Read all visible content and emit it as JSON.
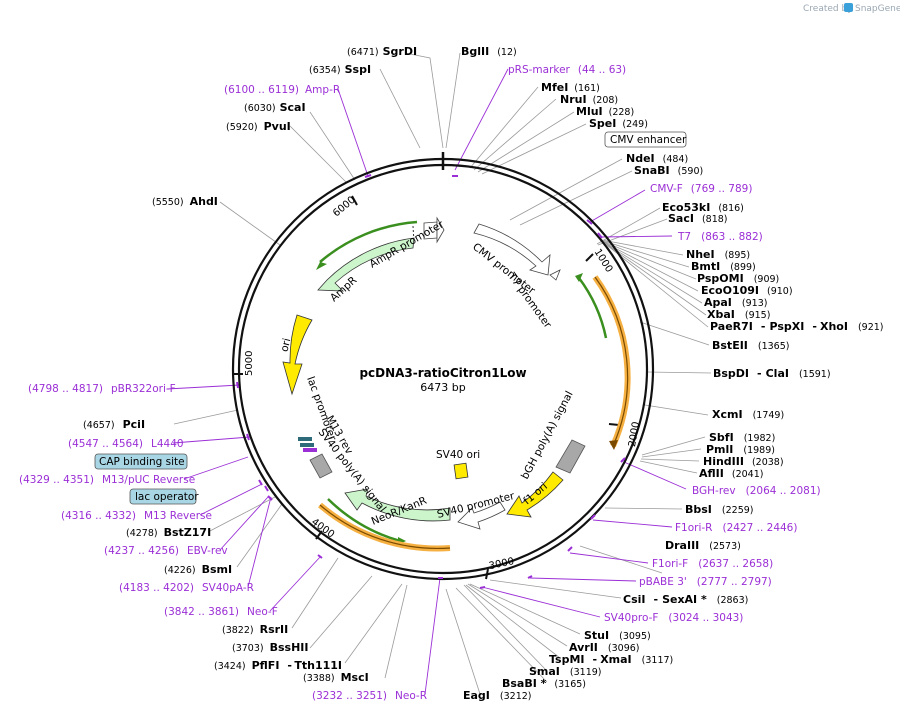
{
  "credit": {
    "prefix": "Created by",
    "brand": "SnapGene"
  },
  "plasmid": {
    "name": "pcDNA3-ratioCitron1Low",
    "size": "6473 bp"
  },
  "ticks": [
    "1000",
    "2000",
    "3000",
    "4000",
    "5000",
    "6000"
  ],
  "features": {
    "cmv_promoter": "CMV promoter",
    "t7_promoter": "T7 promoter",
    "ampr_promoter": "AmpR promoter",
    "ampr": "AmpR",
    "ori": "ori",
    "lac_promoter": "lac promoter",
    "m13_rev": "M13 rev",
    "sv40_polya": "SV40 poly(A) signal",
    "neokanr": "NeoR/KanR",
    "sv40_promoter": "SV40 promoter",
    "sv40_ori": "SV40 ori",
    "f1_ori": "f1 ori",
    "bgh_polya": "bGH poly(A) signal"
  },
  "boxes": {
    "cmv_enhancer": "CMV enhancer",
    "cap_site": "CAP binding site",
    "lac_operator": "lac operator"
  },
  "sites": {
    "sgrdi": {
      "name": "SgrDI",
      "pos": "(6471)"
    },
    "bglii": {
      "name": "BglII",
      "pos": "(12)"
    },
    "sspi": {
      "name": "SspI",
      "pos": "(6354)"
    },
    "scai": {
      "name": "ScaI",
      "pos": "(6030)"
    },
    "pvui": {
      "name": "PvuI",
      "pos": "(5920)"
    },
    "ahdi": {
      "name": "AhdI",
      "pos": "(5550)"
    },
    "mfei": {
      "name": "MfeI",
      "pos": "(161)"
    },
    "nrui": {
      "name": "NruI",
      "pos": "(208)"
    },
    "mlui": {
      "name": "MluI",
      "pos": "(228)"
    },
    "spei": {
      "name": "SpeI",
      "pos": "(249)"
    },
    "ndei": {
      "name": "NdeI",
      "pos": "(484)"
    },
    "snabi": {
      "name": "SnaBI",
      "pos": "(590)"
    },
    "eco53ki": {
      "name": "Eco53kI",
      "pos": "(816)"
    },
    "saci": {
      "name": "SacI",
      "pos": "(818)"
    },
    "nhei": {
      "name": "NheI",
      "pos": "(895)"
    },
    "bmti": {
      "name": "BmtI",
      "pos": "(899)"
    },
    "pspomi": {
      "name": "PspOMI",
      "pos": "(909)"
    },
    "eco0109i": {
      "name": "EcoO109I",
      "pos": "(910)"
    },
    "apai": {
      "name": "ApaI",
      "pos": "(913)"
    },
    "xbai": {
      "name": "XbaI",
      "pos": "(915)"
    },
    "paer7i": {
      "name": "PaeR7I",
      "sep1": "-",
      "name2": "PspXI",
      "sep2": "-",
      "name3": "XhoI",
      "pos": "(921)"
    },
    "bsteii": {
      "name": "BstEII",
      "pos": "(1365)"
    },
    "bspdi": {
      "name": "BspDI",
      "sep": "-",
      "name2": "ClaI",
      "pos": "(1591)"
    },
    "xcmi": {
      "name": "XcmI",
      "pos": "(1749)"
    },
    "sbfi": {
      "name": "SbfI",
      "pos": "(1982)"
    },
    "pmli": {
      "name": "PmlI",
      "pos": "(1989)"
    },
    "hindiii": {
      "name": "HindIII",
      "pos": "(2038)"
    },
    "aflii": {
      "name": "AflII",
      "pos": "(2041)"
    },
    "bbsi": {
      "name": "BbsI",
      "pos": "(2259)"
    },
    "draiii": {
      "name": "DraIII",
      "pos": "(2573)"
    },
    "csii": {
      "name": "CsiI",
      "sep": "-",
      "name2": "SexAI *",
      "pos": "(2863)"
    },
    "stui": {
      "name": "StuI",
      "pos": "(3095)"
    },
    "avrii": {
      "name": "AvrII",
      "pos": "(3096)"
    },
    "tspmi": {
      "name": "TspMI",
      "sep": "-",
      "name2": "XmaI",
      "pos": "(3117)"
    },
    "smai": {
      "name": "SmaI",
      "pos": "(3119)"
    },
    "bsabi": {
      "name": "BsaBI *",
      "pos": "(3165)"
    },
    "eagi": {
      "name": "EagI",
      "pos": "(3212)"
    },
    "msci": {
      "name": "MscI",
      "pos": "(3388)"
    },
    "pflfi": {
      "pos": "(3424)",
      "name": "PflFI",
      "sep": "-",
      "name2": "Tth111I"
    },
    "bsshii": {
      "pos": "(3703)",
      "name": "BssHII"
    },
    "rsrii": {
      "pos": "(3822)",
      "name": "RsrII"
    },
    "bsmi": {
      "pos": "(4226)",
      "name": "BsmI"
    },
    "bstz17i": {
      "pos": "(4278)",
      "name": "BstZ17I"
    },
    "pcii": {
      "pos": "(4657)",
      "name": "PciI"
    }
  },
  "primers": {
    "prs_marker": {
      "name": "pRS-marker",
      "pos": "(44 .. 63)"
    },
    "amp_r": {
      "pos": "(6100 .. 6119)",
      "name": "Amp-R"
    },
    "cmv_f": {
      "name": "CMV-F",
      "pos": "(769 .. 789)"
    },
    "t7": {
      "name": "T7",
      "pos": "(863 .. 882)"
    },
    "bgh_rev": {
      "name": "BGH-rev",
      "pos": "(2064 .. 2081)"
    },
    "f1ori_r": {
      "name": "F1ori-R",
      "pos": "(2427 .. 2446)"
    },
    "f1ori_f": {
      "name": "F1ori-F",
      "pos": "(2637 .. 2658)"
    },
    "pbabe3": {
      "name": "pBABE 3'",
      "pos": "(2777 .. 2797)"
    },
    "sv40pro_f": {
      "name": "SV40pro-F",
      "pos": "(3024 .. 3043)"
    },
    "neo_r": {
      "pos": "(3232 .. 3251)",
      "name": "Neo-R"
    },
    "neo_f": {
      "pos": "(3842 .. 3861)",
      "name": "Neo-F"
    },
    "sv40pa_r": {
      "pos": "(4183 .. 4202)",
      "name": "SV40pA-R"
    },
    "ebv_rev": {
      "pos": "(4237 .. 4256)",
      "name": "EBV-rev"
    },
    "m13_reverse": {
      "pos": "(4316 .. 4332)",
      "name": "M13 Reverse"
    },
    "m13_puc_reverse": {
      "pos": "(4329 .. 4351)",
      "name": "M13/pUC Reverse"
    },
    "l4440": {
      "pos": "(4547 .. 4564)",
      "name": "L4440"
    },
    "pbr322ori_f": {
      "pos": "(4798 .. 4817)",
      "name": "pBR322ori-F"
    }
  },
  "colors": {
    "primer": "#9b2fd6",
    "ampr": "#ccf5cc",
    "yellow": "#ffea00",
    "orange": "#f5b041",
    "grey": "#a8a8a8",
    "box_blue": "#a9d6e5",
    "green_arrow": "#3a8f1f"
  }
}
